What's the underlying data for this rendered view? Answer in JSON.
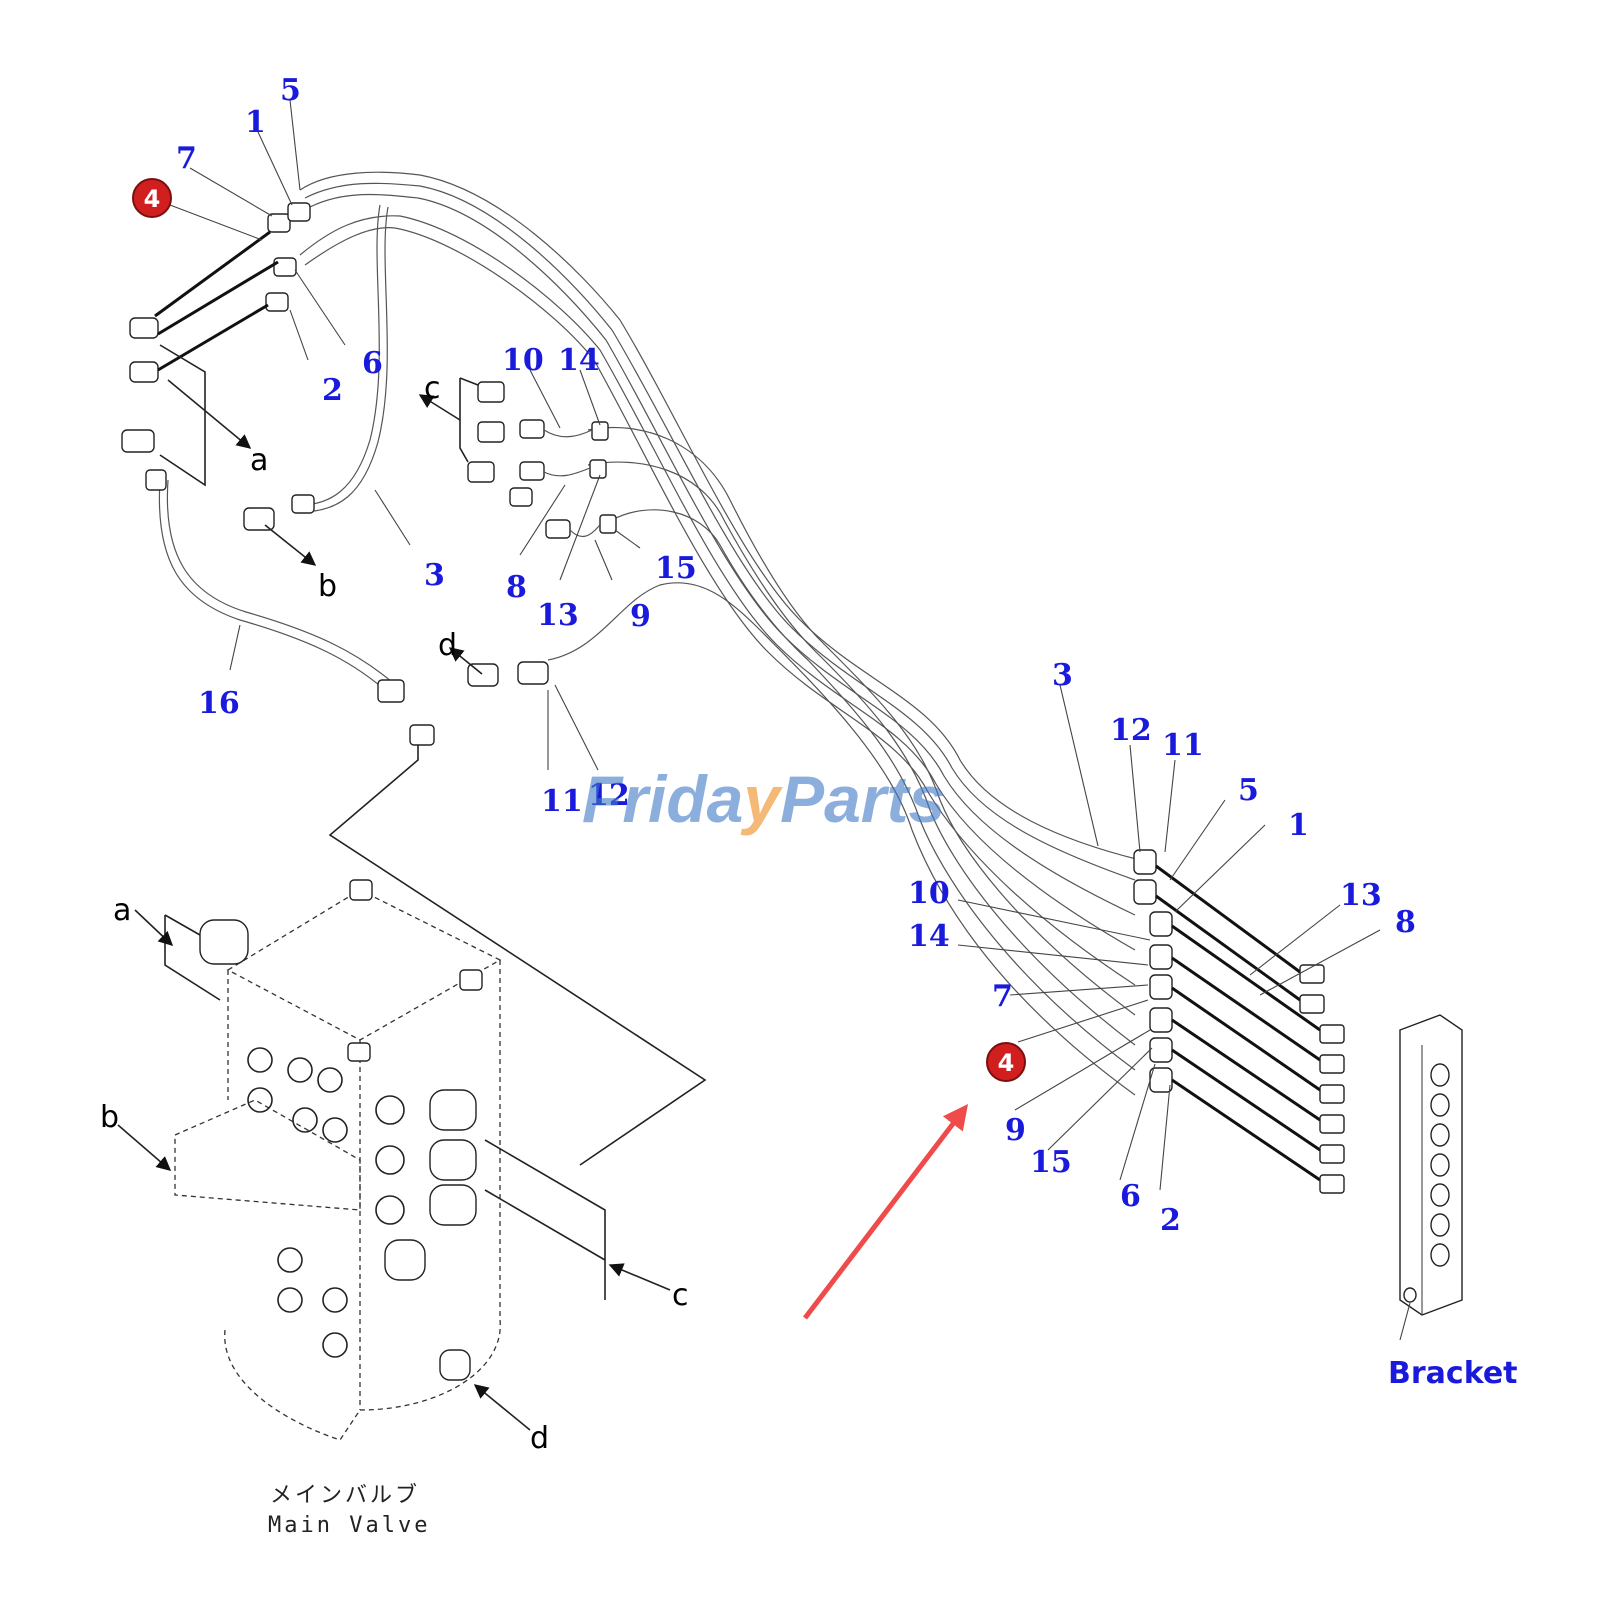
{
  "callouts": {
    "n5a": "5",
    "n1a": "1",
    "n7a": "7",
    "n6a": "6",
    "n2a": "2",
    "n10a": "10",
    "n14a": "14",
    "n3a": "3",
    "n8a": "8",
    "n13a": "13",
    "n15a": "15",
    "n9a": "9",
    "n16": "16",
    "n11a": "11",
    "n12a": "12",
    "n3b": "3",
    "n12b": "12",
    "n11b": "11",
    "n5b": "5",
    "n1b": "1",
    "n13b": "13",
    "n8b": "8",
    "n10b": "10",
    "n14b": "14",
    "n7b": "7",
    "n9b": "9",
    "n15b": "15",
    "n6b": "6",
    "n2b": "2"
  },
  "badges": {
    "top_left": "4",
    "bottom_right": "4"
  },
  "letters": {
    "a_top": "a",
    "b_top": "b",
    "c_top": "c",
    "d_top": "d",
    "a_valve": "a",
    "b_valve": "b",
    "c_valve": "c",
    "d_valve": "d"
  },
  "labels": {
    "bracket": "Bracket",
    "main_valve_jp": "メインバルブ",
    "main_valve_en": "Main Valve"
  },
  "watermark": {
    "part1": "Friday",
    "part2": "Parts"
  },
  "colors": {
    "callout": "#1a1adc",
    "badge": "#d11f1f",
    "arrow": "#ef4b4b",
    "watermark_blue": "#3f79c6",
    "watermark_orange": "#f1a24a"
  },
  "icons": {
    "badge": "red-circle-badge",
    "pointer": "red-arrow-icon"
  }
}
